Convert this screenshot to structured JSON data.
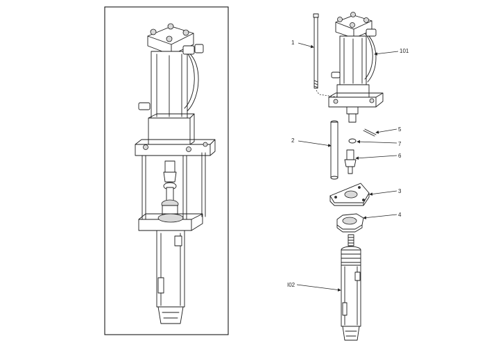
{
  "callouts": [
    {
      "id": "c1",
      "label": "1"
    },
    {
      "id": "c101",
      "label": "101"
    },
    {
      "id": "c2",
      "label": "2"
    },
    {
      "id": "c5",
      "label": "5"
    },
    {
      "id": "c7",
      "label": "7"
    },
    {
      "id": "c6",
      "label": "6"
    },
    {
      "id": "c3",
      "label": "3"
    },
    {
      "id": "c4",
      "label": "4"
    },
    {
      "id": "c102",
      "label": "I02"
    }
  ],
  "colors": {
    "line": "#1a1a1a",
    "frame": "#000000",
    "shade": "#d9d9d9"
  }
}
